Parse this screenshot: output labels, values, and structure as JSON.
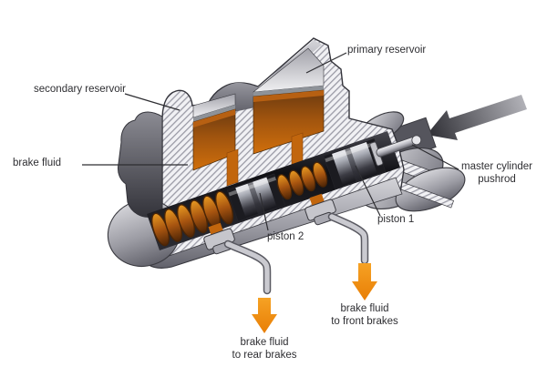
{
  "diagram": {
    "background": "#ffffff",
    "labels": {
      "primary_reservoir": "primary reservoir",
      "secondary_reservoir": "secondary reservoir",
      "brake_fluid": "brake fluid",
      "master_cylinder_pushrod": "master cylinder\npushrod",
      "piston_1": "piston 1",
      "piston_2": "piston 2",
      "brake_fluid_front": "brake fluid\nto front brakes",
      "brake_fluid_rear": "brake fluid\nto rear brakes"
    },
    "icons": {
      "pushrod-force-arrow": "⬅",
      "flow-arrow-front-brakes": "⬇",
      "flow-arrow-rear-brakes": "⬇"
    },
    "colors": {
      "brake_fluid_orange": "#c2660d",
      "brake_fluid_dark": "#6b3a10",
      "flow_arrow_orange": "#ef8a12",
      "force_arrow_gray": "#55555c",
      "spring_copper": "#a85510",
      "metal_light": "#d4d4d9",
      "metal_dark": "#33333a",
      "hatch_line": "#9b9ba6",
      "label_text": "#2e2e32"
    }
  }
}
